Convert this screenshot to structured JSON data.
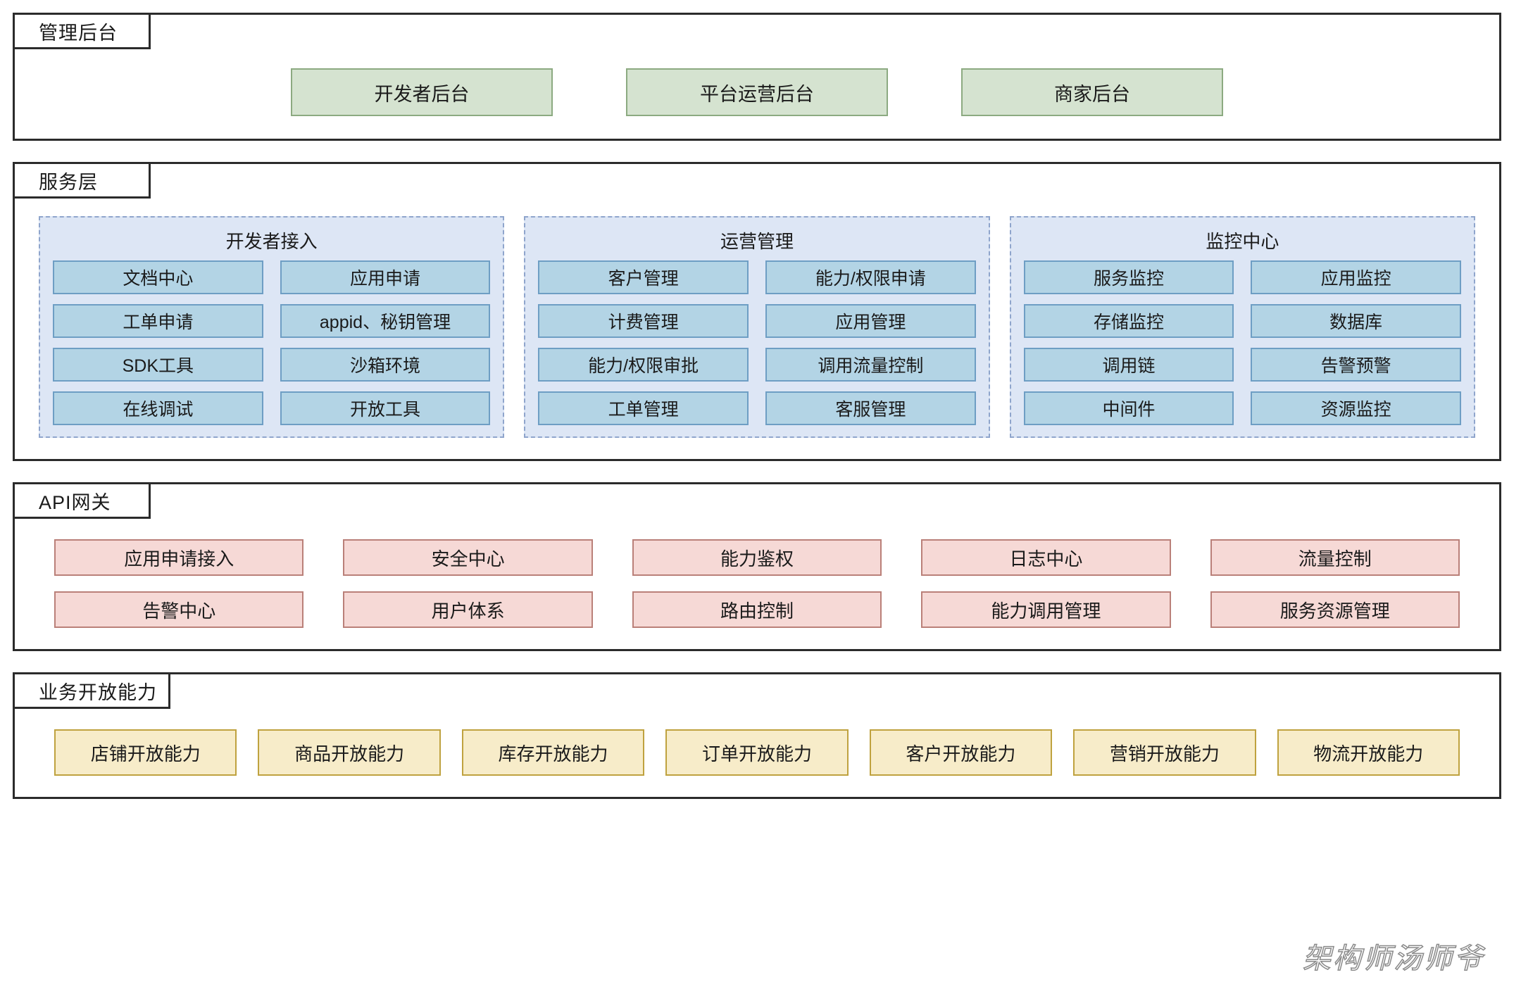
{
  "diagram": {
    "watermark": "架构师汤师爷",
    "colors": {
      "green_fill": "#d5e3d0",
      "green_border": "#8caa81",
      "blue_fill": "#b3d4e5",
      "blue_border": "#6e9ec4",
      "group_fill": "#dde6f5",
      "group_border": "#8fa5cc",
      "pink_fill": "#f6d9d6",
      "pink_border": "#ba8079",
      "yellow_fill": "#f7ecc9",
      "yellow_border": "#bfa23f",
      "outline": "#2b2b2b"
    },
    "layers": [
      {
        "title": "管理后台",
        "boxes": [
          "开发者后台",
          "平台运营后台",
          "商家后台"
        ]
      },
      {
        "title": "服务层",
        "groups": [
          {
            "title": "开发者接入",
            "items": [
              "文档中心",
              "应用申请",
              "工单申请",
              "appid、秘钥管理",
              "SDK工具",
              "沙箱环境",
              "在线调试",
              "开放工具"
            ]
          },
          {
            "title": "运营管理",
            "items": [
              "客户管理",
              "能力/权限申请",
              "计费管理",
              "应用管理",
              "能力/权限审批",
              "调用流量控制",
              "工单管理",
              "客服管理"
            ]
          },
          {
            "title": "监控中心",
            "items": [
              "服务监控",
              "应用监控",
              "存储监控",
              "数据库",
              "调用链",
              "告警预警",
              "中间件",
              "资源监控"
            ]
          }
        ]
      },
      {
        "title": "API网关",
        "boxes": [
          "应用申请接入",
          "安全中心",
          "能力鉴权",
          "日志中心",
          "流量控制",
          "告警中心",
          "用户体系",
          "路由控制",
          "能力调用管理",
          "服务资源管理"
        ]
      },
      {
        "title": "业务开放能力",
        "boxes": [
          "店铺开放能力",
          "商品开放能力",
          "库存开放能力",
          "订单开放能力",
          "客户开放能力",
          "营销开放能力",
          "物流开放能力"
        ]
      }
    ]
  }
}
